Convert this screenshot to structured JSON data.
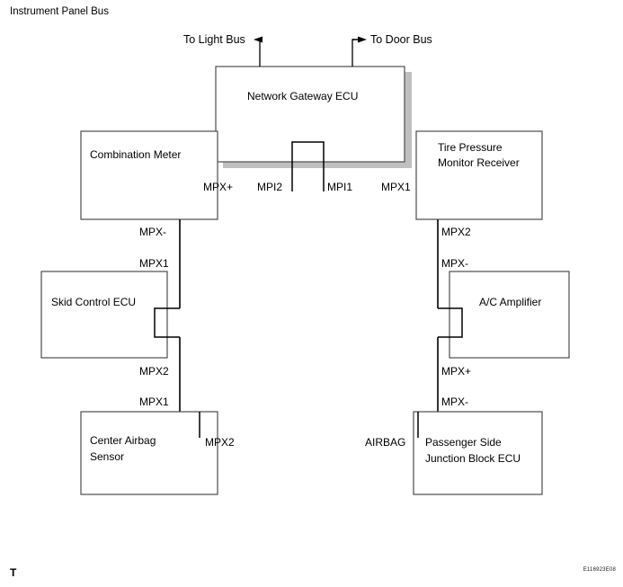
{
  "figure": {
    "title": "Instrument Panel Bus",
    "corner_mark": "T",
    "figure_code": "E116923E08"
  },
  "bus_references": [
    {
      "id": "to-light-bus",
      "label": "To Light Bus",
      "direction": "left"
    },
    {
      "id": "to-door-bus",
      "label": "To Door Bus",
      "direction": "right"
    }
  ],
  "nodes": [
    {
      "id": "network-gateway-ecu",
      "label": "Network Gateway ECU",
      "lines": [
        "Network Gateway ECU"
      ],
      "shadow": true
    },
    {
      "id": "combination-meter",
      "label": "Combination Meter",
      "lines": [
        "Combination Meter"
      ],
      "shadow": false
    },
    {
      "id": "tire-pressure-monitor-receiver",
      "label": "Tire Pressure Monitor Receiver",
      "lines": [
        "Tire Pressure",
        "Monitor Receiver"
      ],
      "shadow": false
    },
    {
      "id": "skid-control-ecu",
      "label": "Skid Control ECU",
      "lines": [
        "Skid Control ECU"
      ],
      "shadow": false
    },
    {
      "id": "ac-amplifier",
      "label": "A/C Amplifier",
      "lines": [
        "A/C Amplifier"
      ],
      "shadow": false
    },
    {
      "id": "center-airbag-sensor",
      "label": "Center Airbag Sensor",
      "lines": [
        "Center Airbag",
        "Sensor"
      ],
      "shadow": false
    },
    {
      "id": "passenger-side-junction-block-ecu",
      "label": "Passenger Side Junction Block ECU",
      "lines": [
        "Passenger Side",
        "Junction Block ECU"
      ],
      "shadow": false
    }
  ],
  "connector_pins": [
    {
      "id": "pin-mpx-plus-gateway",
      "label": "MPX+"
    },
    {
      "id": "pin-mpi2-gateway",
      "label": "MPI2"
    },
    {
      "id": "pin-mpi1-gateway",
      "label": "MPI1"
    },
    {
      "id": "pin-mpx1-gateway",
      "label": "MPX1"
    },
    {
      "id": "pin-mpx-minus-combination-meter",
      "label": "MPX-"
    },
    {
      "id": "pin-mpx1-skid-control",
      "label": "MPX1"
    },
    {
      "id": "pin-mpx2-skid-control",
      "label": "MPX2"
    },
    {
      "id": "pin-mpx1-center-airbag",
      "label": "MPX1"
    },
    {
      "id": "pin-mpx2-center-airbag",
      "label": "MPX2"
    },
    {
      "id": "pin-mpx2-tire-pressure",
      "label": "MPX2"
    },
    {
      "id": "pin-mpx-minus-ac-amplifier",
      "label": "MPX-"
    },
    {
      "id": "pin-mpx-plus-ac-amplifier",
      "label": "MPX+"
    },
    {
      "id": "pin-mpx-minus-junction-block",
      "label": "MPX-"
    },
    {
      "id": "pin-airbag-junction-block",
      "label": "AIRBAG"
    }
  ],
  "colors": {
    "line": "#000000",
    "box_border": "#4d4d4d",
    "shadow": "#bfbfbf",
    "background": "#ffffff"
  }
}
